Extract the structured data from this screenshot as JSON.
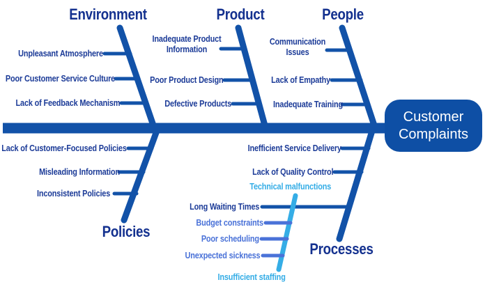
{
  "colors": {
    "bone": "#1252a8",
    "title": "#14318f",
    "label": "#1d3c98",
    "subcause": "#4a72d8",
    "accent": "#35ade6",
    "box_bg": "#0e4fa5",
    "box_text": "#ffffff"
  },
  "effect": {
    "line1": "Customer",
    "line2": "Complaints"
  },
  "categories": {
    "environment": {
      "label": "Environment",
      "causes": [
        "Unpleasant Atmosphere",
        "Poor Customer Service Culture",
        "Lack of Feedback Mechanism"
      ]
    },
    "product": {
      "label": "Product",
      "causes": [
        "Inadequate Product Information",
        "Poor Product Design",
        "Defective Products"
      ]
    },
    "people": {
      "label": "People",
      "causes": [
        "Communication Issues",
        "Lack of Empathy",
        "Inadequate Training"
      ]
    },
    "policies": {
      "label": "Policies",
      "causes": [
        "Lack of Customer-Focused Policies",
        "Misleading Information",
        "Inconsistent Policies"
      ]
    },
    "processes": {
      "label": "Processes",
      "causes": [
        "Inefficient Service Delivery",
        "Lack of Quality Control",
        "Long Waiting Times"
      ],
      "subbranch": {
        "head": "Technical malfunctions",
        "tail": "Insufficient staffing",
        "causes": [
          "Budget constraints",
          "Poor scheduling",
          "Unexpected sickness"
        ]
      }
    }
  }
}
